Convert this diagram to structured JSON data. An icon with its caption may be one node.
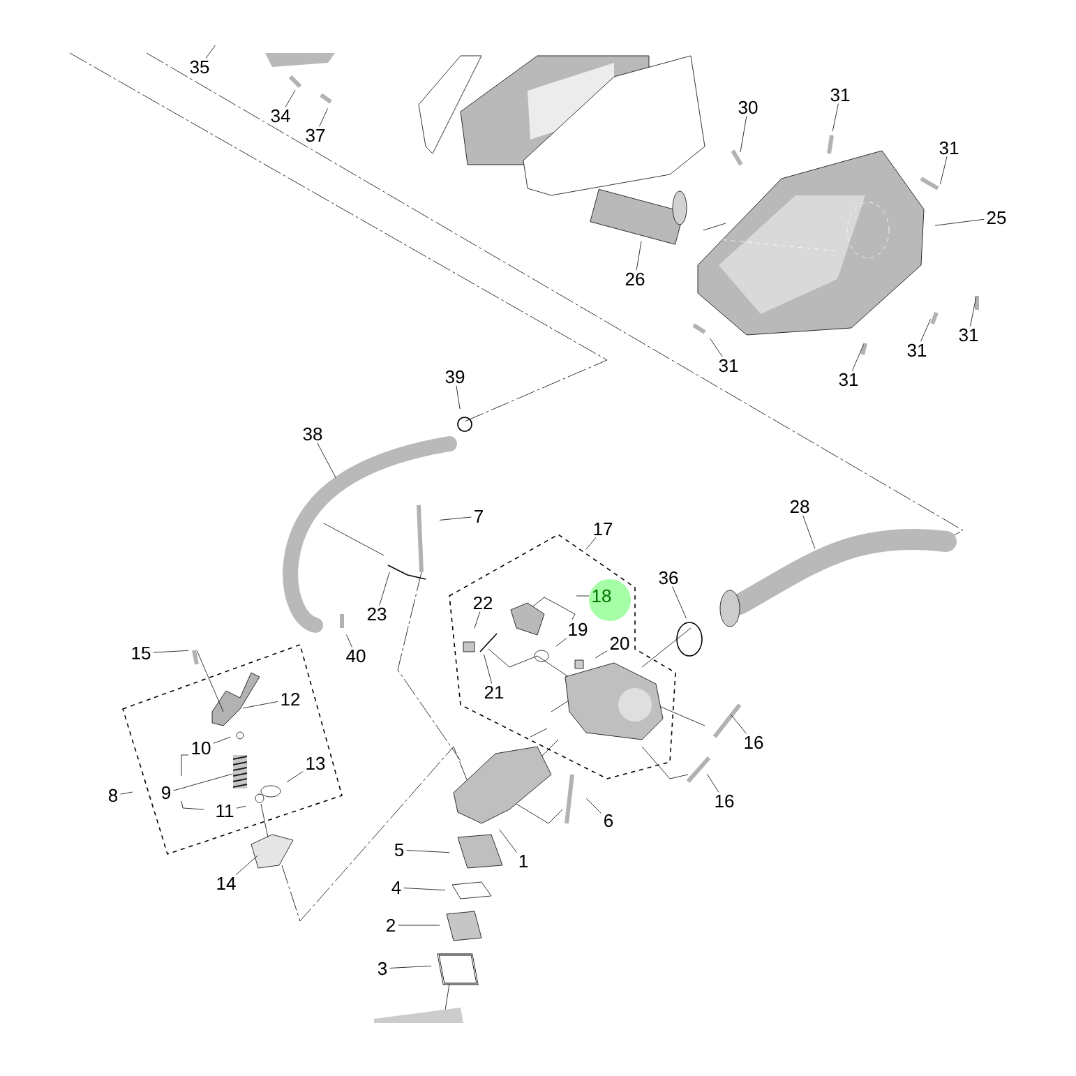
{
  "diagram": {
    "nodes": [
      {
        "text": [
          "35"
        ]
      },
      {
        "text": [
          "34"
        ]
      },
      {
        "text": [
          "37"
        ]
      },
      {
        "text": [
          "30"
        ]
      },
      {
        "text": [
          "31"
        ]
      },
      {
        "text": [
          "31"
        ]
      },
      {
        "text": [
          "25"
        ]
      },
      {
        "text": [
          "26"
        ]
      },
      {
        "text": [
          "31"
        ]
      },
      {
        "text": [
          "31"
        ]
      },
      {
        "text": [
          "31"
        ]
      },
      {
        "text": [
          "31"
        ]
      },
      {
        "text": [
          "39"
        ]
      },
      {
        "text": [
          "38"
        ]
      },
      {
        "text": [
          "7"
        ]
      },
      {
        "text": [
          "17"
        ]
      },
      {
        "text": [
          "28"
        ]
      },
      {
        "text": [
          "18"
        ]
      },
      {
        "text": [
          "36"
        ]
      },
      {
        "text": [
          "22"
        ]
      },
      {
        "text": [
          "19"
        ]
      },
      {
        "text": [
          "20"
        ]
      },
      {
        "text": [
          "23"
        ]
      },
      {
        "text": [
          "40"
        ]
      },
      {
        "text": [
          "15"
        ]
      },
      {
        "text": [
          "21"
        ]
      },
      {
        "text": [
          "12"
        ]
      },
      {
        "text": [
          "10"
        ]
      },
      {
        "text": [
          "13"
        ]
      },
      {
        "text": [
          "9"
        ]
      },
      {
        "text": [
          "8"
        ]
      },
      {
        "text": [
          "11"
        ]
      },
      {
        "text": [
          "16"
        ]
      },
      {
        "text": [
          "16"
        ]
      },
      {
        "text": [
          "6"
        ]
      },
      {
        "text": [
          "1"
        ]
      },
      {
        "text": [
          "14"
        ]
      },
      {
        "text": [
          "5"
        ]
      },
      {
        "text": [
          "4"
        ]
      },
      {
        "text": [
          "2"
        ]
      },
      {
        "text": [
          "3"
        ]
      },
      {
        "text": [],
        "shape": "picture"
      }
    ],
    "edges": [
      {
        "from": 0,
        "to": null,
        "arrow": "none"
      },
      {
        "from": 1,
        "to": null,
        "arrow": "none"
      },
      {
        "from": 2,
        "to": null,
        "arrow": "none"
      },
      {
        "from": 3,
        "to": null,
        "arrow": "none"
      },
      {
        "from": 4,
        "to": null,
        "arrow": "none"
      },
      {
        "from": 5,
        "to": null,
        "arrow": "none"
      },
      {
        "from": 6,
        "to": null,
        "arrow": "none"
      },
      {
        "from": 7,
        "to": null,
        "arrow": "none"
      },
      {
        "from": 8,
        "to": null,
        "arrow": "none"
      },
      {
        "from": 9,
        "to": null,
        "arrow": "none"
      },
      {
        "from": 10,
        "to": null,
        "arrow": "none"
      },
      {
        "from": 11,
        "to": null,
        "arrow": "none"
      },
      {
        "from": 12,
        "to": null,
        "arrow": "none"
      },
      {
        "from": 13,
        "to": null,
        "arrow": "none"
      },
      {
        "from": 14,
        "to": null,
        "arrow": "none"
      },
      {
        "from": 15,
        "to": null,
        "arrow": "none"
      },
      {
        "from": 16,
        "to": null,
        "arrow": "none"
      },
      {
        "from": 17,
        "to": null,
        "arrow": "none"
      },
      {
        "from": 18,
        "to": null,
        "arrow": "none"
      },
      {
        "from": 19,
        "to": null,
        "arrow": "none"
      },
      {
        "from": 20,
        "to": null,
        "arrow": "none"
      },
      {
        "from": 21,
        "to": null,
        "arrow": "none"
      },
      {
        "from": 22,
        "to": null,
        "arrow": "none"
      },
      {
        "from": 23,
        "to": null,
        "arrow": "none"
      },
      {
        "from": 24,
        "to": null,
        "arrow": "none"
      },
      {
        "from": 25,
        "to": null,
        "arrow": "none"
      },
      {
        "from": 26,
        "to": null,
        "arrow": "none"
      },
      {
        "from": 27,
        "to": null,
        "arrow": "none"
      },
      {
        "from": 28,
        "to": null,
        "arrow": "none"
      },
      {
        "from": 29,
        "to": 41,
        "arrow": "none"
      },
      {
        "from": 30,
        "to": null,
        "arrow": "none"
      },
      {
        "from": 31,
        "to": null,
        "arrow": "none"
      },
      {
        "from": 32,
        "to": null,
        "arrow": "none"
      },
      {
        "from": 33,
        "to": null,
        "arrow": "none"
      },
      {
        "from": 34,
        "to": null,
        "arrow": "none"
      },
      {
        "from": 35,
        "to": null,
        "arrow": "none"
      },
      {
        "from": 36,
        "to": null,
        "arrow": "none"
      },
      {
        "from": 37,
        "to": null,
        "arrow": "none"
      },
      {
        "from": 38,
        "to": null,
        "arrow": "none"
      },
      {
        "from": 39,
        "to": null,
        "arrow": "none"
      },
      {
        "from": 40,
        "to": null,
        "arrow": "none"
      }
    ]
  }
}
